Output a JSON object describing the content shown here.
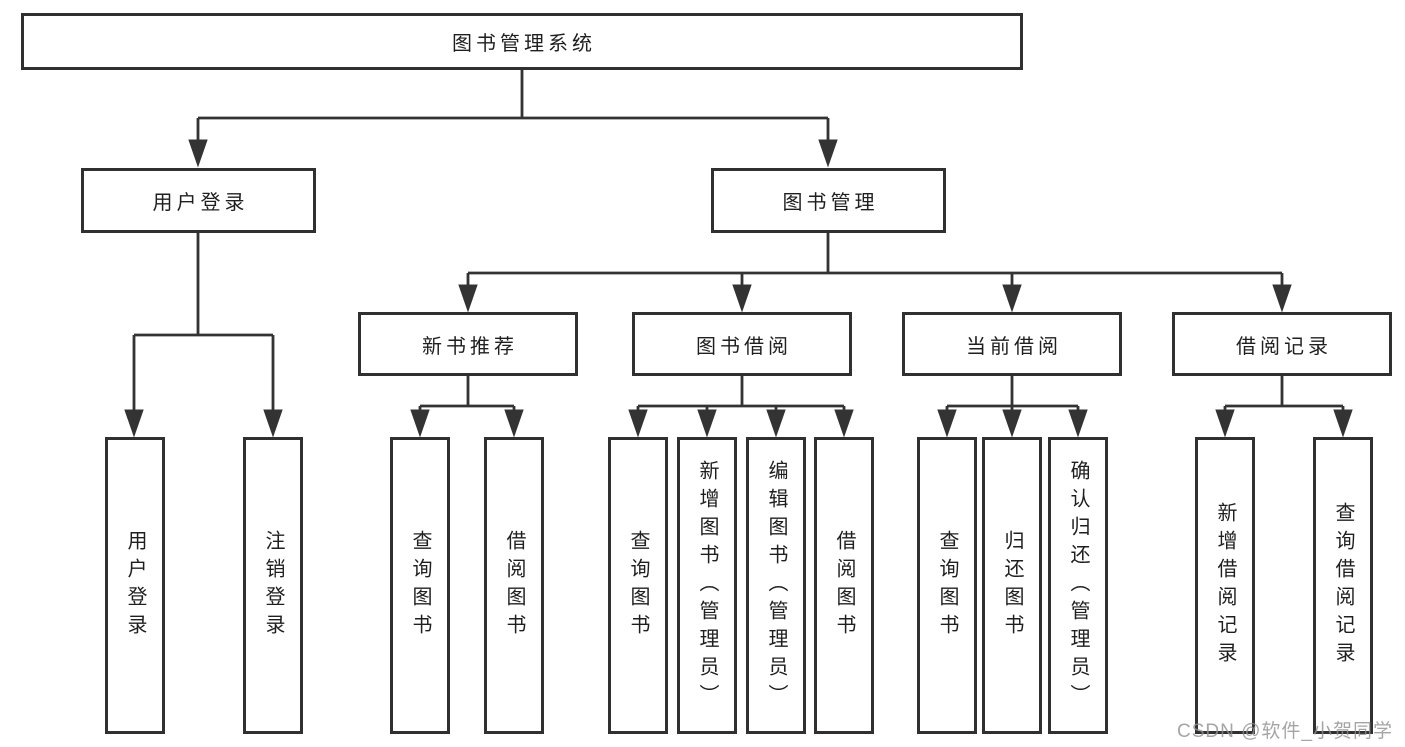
{
  "diagram_title": "图书管理系统",
  "nodes": {
    "root": {
      "label": "图书管理系统"
    },
    "user_login": {
      "label": "用户登录"
    },
    "book_mgmt": {
      "label": "图书管理"
    },
    "new_book_rec": {
      "label": "新书推荐"
    },
    "book_borrow": {
      "label": "图书借阅"
    },
    "current_borrow": {
      "label": "当前借阅"
    },
    "borrow_record": {
      "label": "借阅记录"
    },
    "leaf_user_login": {
      "label": "用户登录"
    },
    "leaf_logout": {
      "label": "注销登录"
    },
    "leaf_rec_query": {
      "label": "查询图书"
    },
    "leaf_rec_borrow": {
      "label": "借阅图书"
    },
    "leaf_bb_query": {
      "label": "查询图书"
    },
    "leaf_bb_add": {
      "label": "新增图书（管理员）"
    },
    "leaf_bb_edit": {
      "label": "编辑图书（管理员）"
    },
    "leaf_bb_borrow": {
      "label": "借阅图书"
    },
    "leaf_cb_query": {
      "label": "查询图书"
    },
    "leaf_cb_return": {
      "label": "归还图书"
    },
    "leaf_cb_confirm": {
      "label": "确认归还（管理员）"
    },
    "leaf_br_add": {
      "label": "新增借阅记录"
    },
    "leaf_br_query": {
      "label": "查询借阅记录"
    }
  },
  "watermark": {
    "text": "CSDN @软件_小贺同学"
  },
  "colors": {
    "line": "#333333",
    "box_border": "#303030",
    "text": "#1f1f1f",
    "watermark": "#919191",
    "background": "#ffffff"
  }
}
